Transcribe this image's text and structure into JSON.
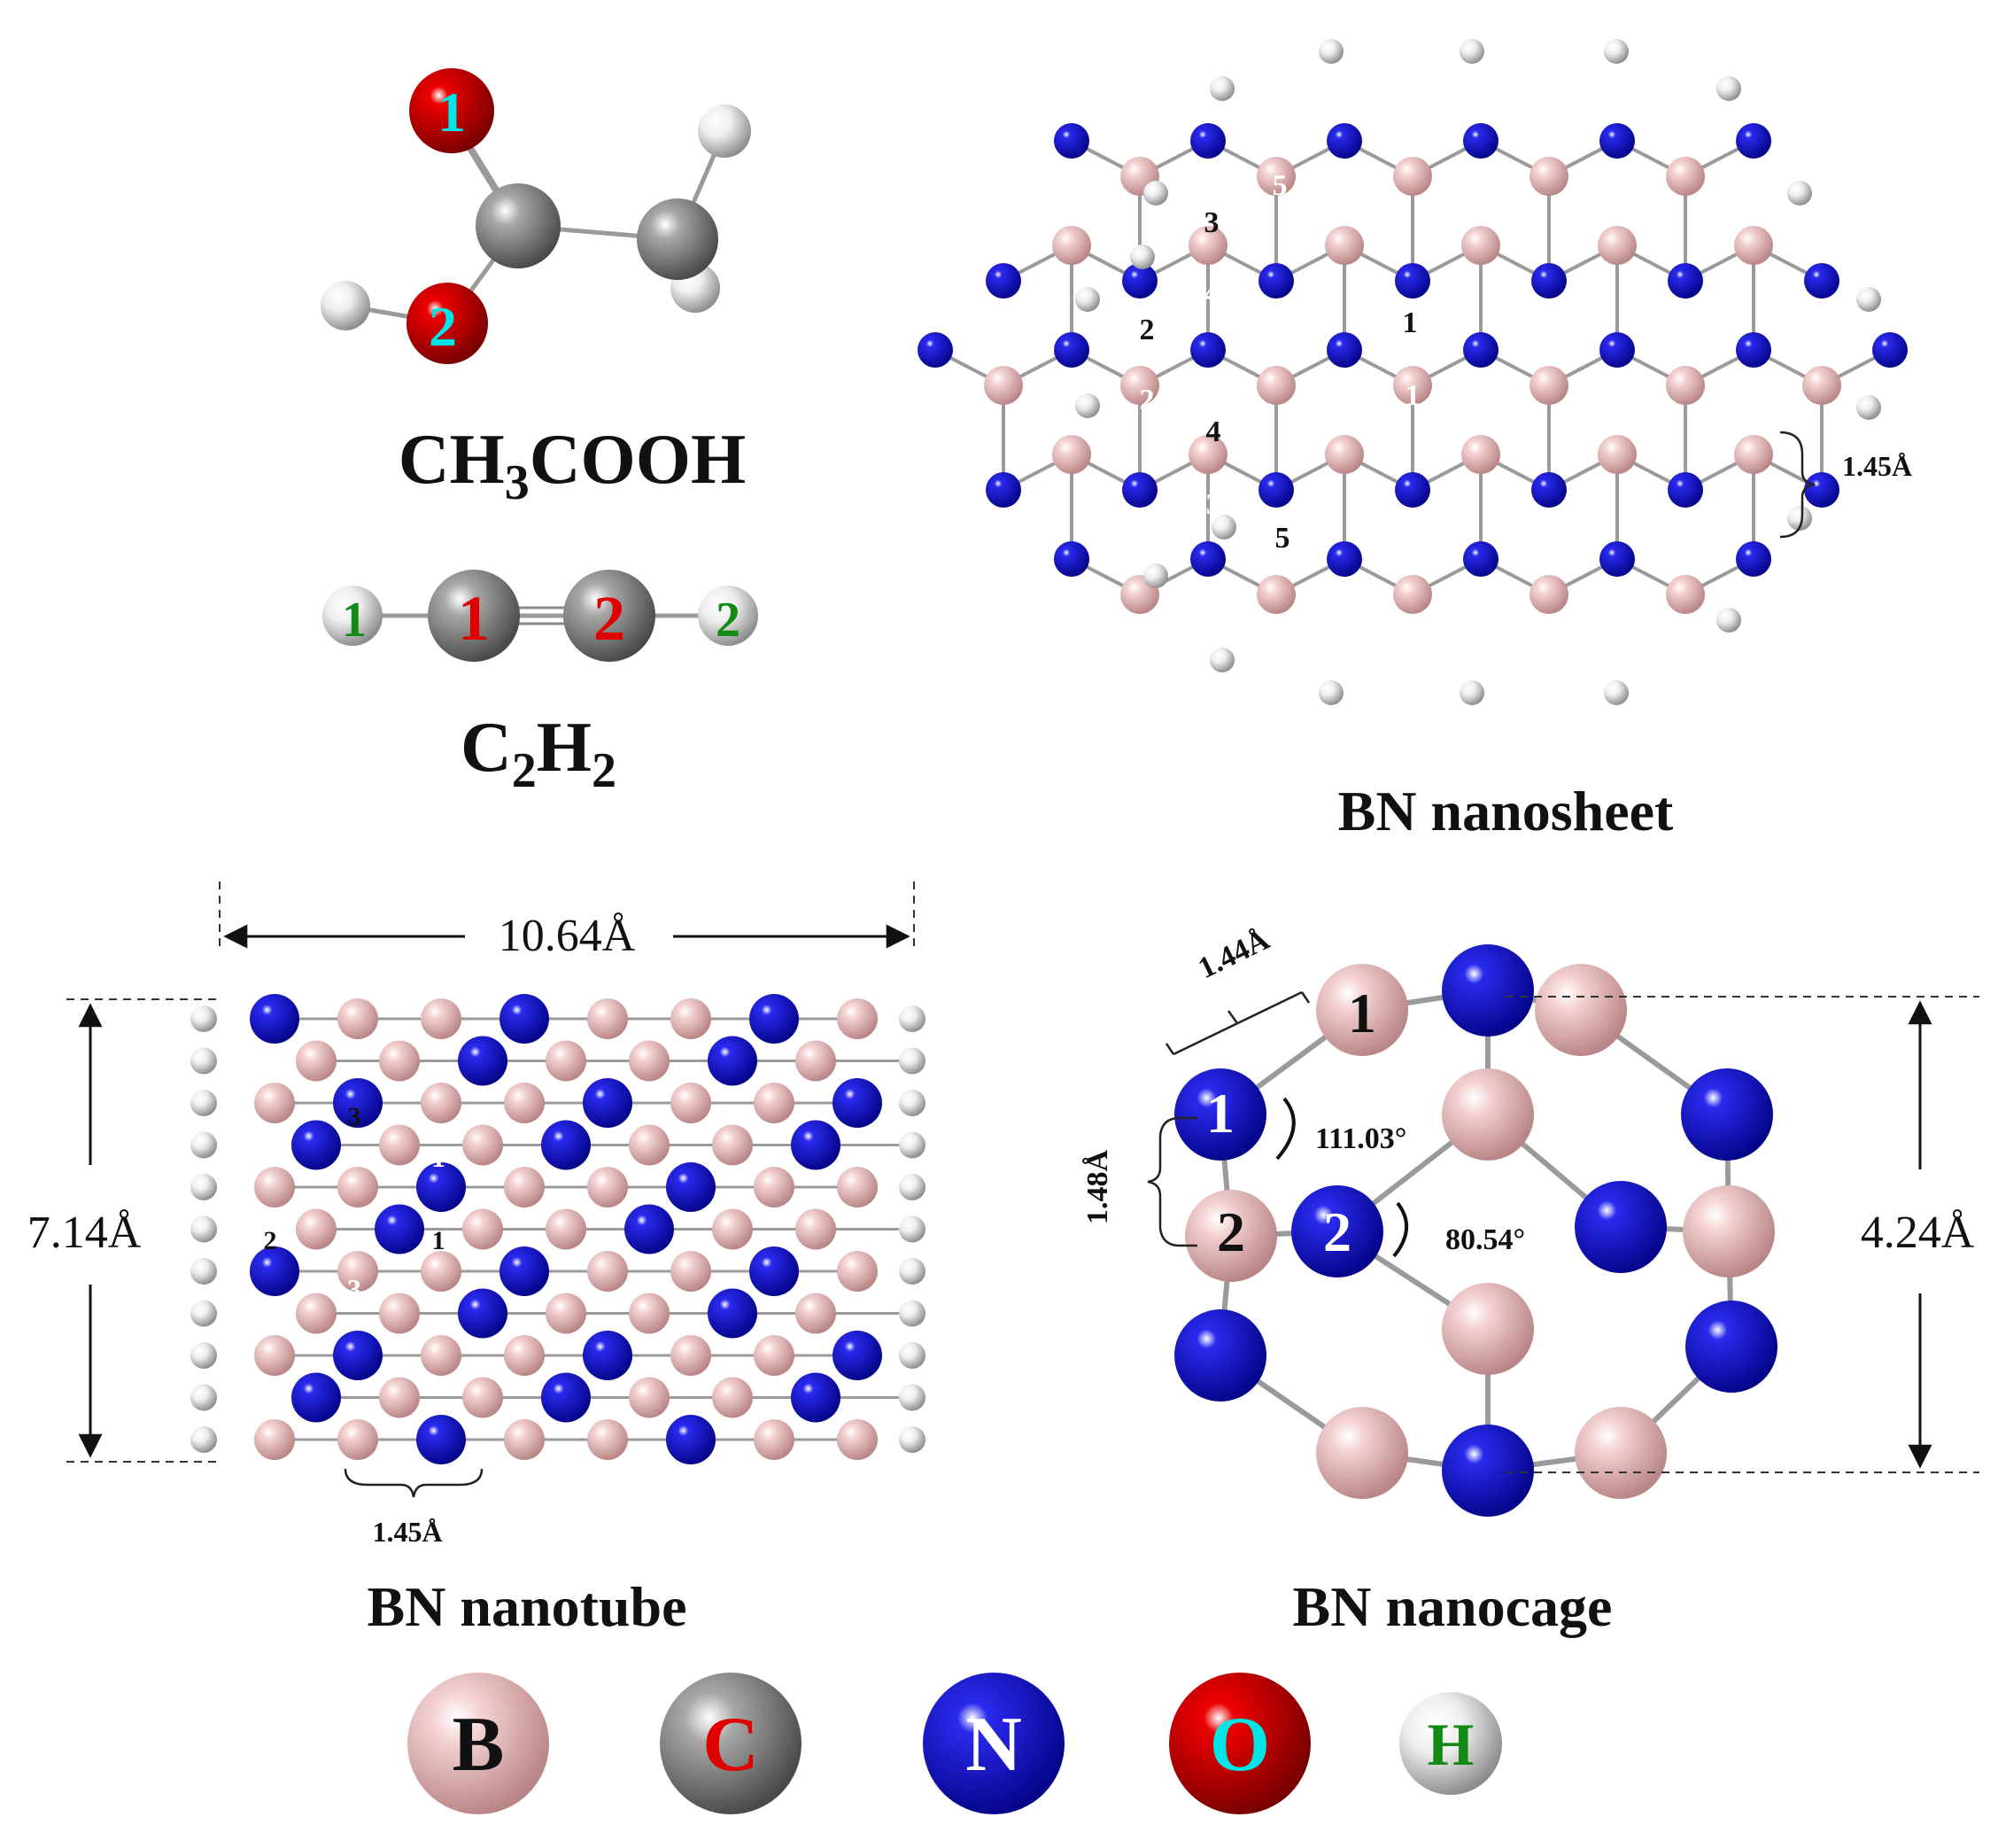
{
  "colors": {
    "boron": "#e8b7b7",
    "carbon": "#8e8e8e",
    "nitrogen": "#1414c8",
    "oxygen": "#d40000",
    "hydrogen": "#e6e6e6",
    "label_cyan": "#00e5e5",
    "label_red": "#e00000",
    "label_green": "#138a13"
  },
  "molecules": {
    "acetic_acid": {
      "formula_main": "CH",
      "formula_sub": "3",
      "formula_tail": "COOH",
      "labels": [
        "1",
        "2"
      ]
    },
    "acetylene": {
      "formula_a": "C",
      "sub_a": "2",
      "formula_b": "H",
      "sub_b": "2",
      "c_labels": [
        "1",
        "2"
      ],
      "h_labels": [
        "1",
        "2"
      ]
    }
  },
  "nanosheet": {
    "title": "BN nanosheet",
    "bond_length": "1.45Å",
    "b_labels": [
      "1",
      "2",
      "3",
      "4",
      "5"
    ],
    "n_labels": [
      "1",
      "2",
      "3",
      "4",
      "5"
    ]
  },
  "nanotube": {
    "title": "BN nanotube",
    "length": "10.64Å",
    "diameter": "7.14Å",
    "bond_length": "1.45Å",
    "n_labels": [
      "1",
      "2",
      "3"
    ],
    "b_labels": [
      "1",
      "2",
      "3"
    ]
  },
  "nanocage": {
    "title": "BN nanocage",
    "size": "4.24Å",
    "bond_a": "1.44Å",
    "bond_b": "1.48Å",
    "angle_a": "111.03°",
    "angle_b": "80.54°",
    "labels": [
      "1",
      "2"
    ]
  },
  "legend": {
    "items": [
      {
        "symbol": "B",
        "element": "boron"
      },
      {
        "symbol": "C",
        "element": "carbon"
      },
      {
        "symbol": "N",
        "element": "nitrogen"
      },
      {
        "symbol": "O",
        "element": "oxygen"
      },
      {
        "symbol": "H",
        "element": "hydrogen"
      }
    ]
  }
}
